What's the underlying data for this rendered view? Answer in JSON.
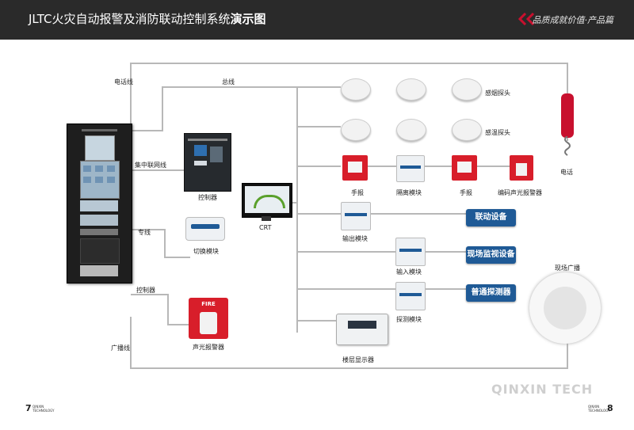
{
  "header": {
    "title_prefix": "JLTC火灾自动报警及消防联动控制系统",
    "title_bold": "演示图",
    "slogan": "品质成就价值·产品篇"
  },
  "labels": {
    "telephone_line": "电话线",
    "bus": "总线",
    "network_line": "集中联网线",
    "dedicated_line": "专线",
    "controller_line": "控制器",
    "broadcast_line": "广播线",
    "controller": "控制器",
    "crt": "CRT",
    "switch_module": "切换模块",
    "sound_light_alarm": "声光报警器",
    "smoke_detector": "感烟探头",
    "heat_detector": "感温探头",
    "manual_alarm_1": "手报",
    "isolation_module": "隔离模块",
    "manual_alarm_2": "手报",
    "coded_alarm": "编码声光报警器",
    "output_module": "输出模块",
    "input_module": "输入模块",
    "detection_module": "探测模块",
    "floor_display": "楼层显示器",
    "telephone": "电话",
    "site_broadcast": "现场广播",
    "fire_text": "FIRE"
  },
  "buttons": {
    "linkage": "联动设备",
    "monitor": "现场监视设备",
    "detector": "普通探测器"
  },
  "footer": {
    "watermark": "QINXIN TECH",
    "left_page": "7",
    "right_page": "8",
    "brand_top": "QINXIN",
    "brand_bottom": "TECHNOLOGY"
  },
  "colors": {
    "header_bg": "#2a2a2a",
    "accent_red": "#c8102e",
    "button_blue": "#1f5a96",
    "line_gray": "#b8b8b8"
  }
}
